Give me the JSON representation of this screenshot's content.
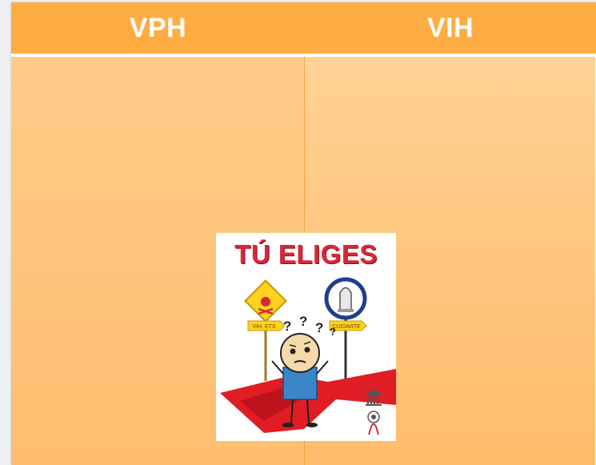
{
  "table": {
    "columns": [
      {
        "header": "VPH"
      },
      {
        "header": "VIH"
      }
    ],
    "header_color": "#ffad42",
    "body_color": "#ffc680"
  },
  "poster": {
    "title": "TÚ ELIGES",
    "left_sign_label": "VIH, ETS",
    "right_sign_label": "CUIDARTE",
    "question_marks": [
      "?",
      "?",
      "?",
      "?"
    ],
    "accent_color": "#d8283a",
    "icons": [
      "warning-skull-icon",
      "condom-icon",
      "unesco-logo",
      "un-logo",
      "aids-ribbon-icon"
    ]
  }
}
